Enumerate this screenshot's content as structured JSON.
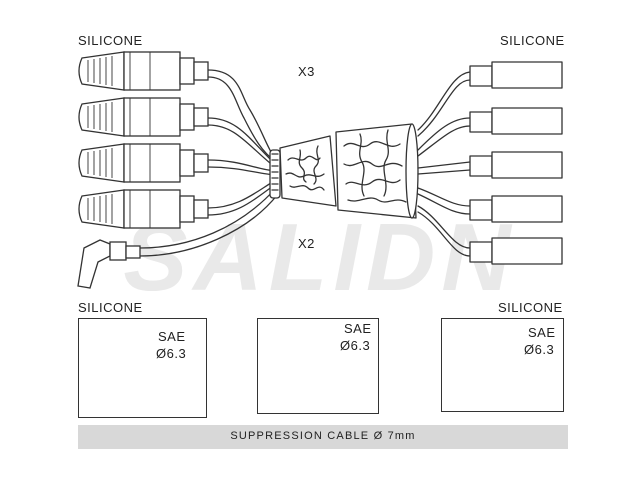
{
  "labels": {
    "silicone_top_left": "SILICONE",
    "silicone_top_right": "SILICONE",
    "silicone_bottom_left": "SILICONE",
    "silicone_bottom_right": "SILICONE",
    "mult_upper": "X3",
    "mult_lower": "X2"
  },
  "watermark": "SALIDN",
  "boxes": [
    {
      "sae": "SAE",
      "diameter": "Ø6.3"
    },
    {
      "sae": "SAE",
      "diameter": "Ø6.3"
    },
    {
      "sae": "SAE",
      "diameter": "Ø6.3"
    }
  ],
  "footer": {
    "text": "SUPPRESSION CABLE  Ø  7mm"
  },
  "colors": {
    "line": "#333333",
    "bar": "#d8d8d8",
    "watermark": "#e6e6e6"
  }
}
